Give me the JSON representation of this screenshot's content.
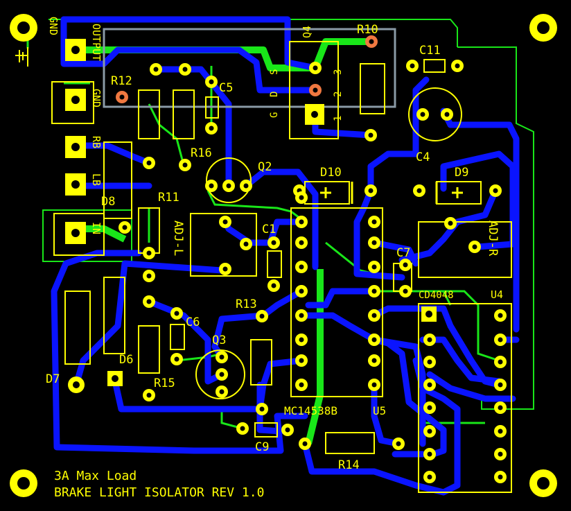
{
  "board": {
    "silk_lines": [
      "3A Max Load",
      "BRAKE LIGHT ISOLATOR REV 1.0"
    ]
  },
  "connectors": {
    "gnd_left": "GND",
    "output": "OUTPUT",
    "gnd": "GND",
    "rb": "RB",
    "lb": "LB",
    "in": "IN"
  },
  "labels": {
    "q4": "Q4",
    "r10": "R10",
    "c11": "C11",
    "r12": "R12",
    "c5": "C5",
    "r16": "R16",
    "q2": "Q2",
    "c4": "C4",
    "d10": "D10",
    "d9": "D9",
    "d8": "D8",
    "r11": "R11",
    "adj_l": "ADJ-L",
    "c1": "C1",
    "c7": "C7",
    "adj_r": "ADJ-R",
    "cd4048": "CD4048",
    "u4": "U4",
    "r13": "R13",
    "c6": "C6",
    "q3": "Q3",
    "d6": "D6",
    "d7": "D7",
    "r15": "R15",
    "u5_part": "MC14538B",
    "u5": "U5",
    "c9": "C9",
    "r14": "R14",
    "q4_pin_g": "G",
    "q4_pin_d": "D",
    "q4_pin_s": "S",
    "q4_pin_1": "1",
    "q4_pin_2": "2",
    "q4_pin_3": "3"
  },
  "colors": {
    "background": "#000000",
    "copper_bottom": "#0a14ff",
    "copper_top": "#19e619",
    "silkscreen": "#ffff00",
    "pad": "#ffff00",
    "pad_hole": "#000000",
    "pad_highlight": "#f07840",
    "board_outline": "#19e619",
    "heatsink": "#8a9aa6"
  }
}
